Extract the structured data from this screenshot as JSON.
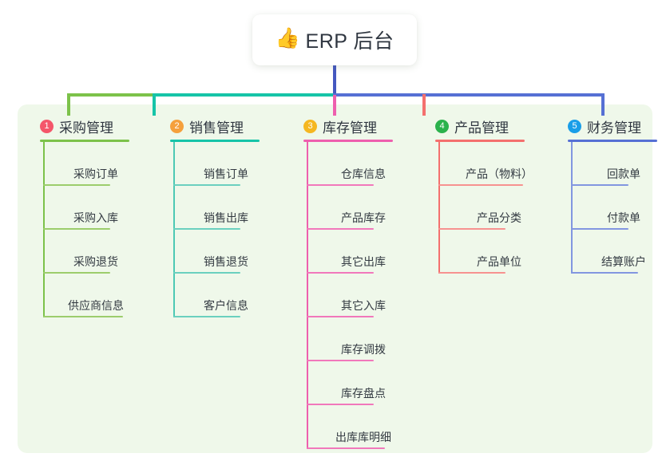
{
  "diagram": {
    "type": "org-tree",
    "root": {
      "icon": "thumbs-up-icon",
      "emoji": "👍",
      "label": "ERP 后台"
    },
    "panel_color": "#eff8ea",
    "background": "#ffffff",
    "branches": [
      {
        "number": "1",
        "label": "采购管理",
        "badge_color": "#f4566a",
        "line_color": "#7cc24a",
        "items": [
          "采购订单",
          "采购入库",
          "采购退货",
          "供应商信息"
        ]
      },
      {
        "number": "2",
        "label": "销售管理",
        "badge_color": "#f5a03c",
        "line_color": "#16c4a8",
        "items": [
          "销售订单",
          "销售出库",
          "销售退货",
          "客户信息"
        ]
      },
      {
        "number": "3",
        "label": "库存管理",
        "badge_color": "#f5b721",
        "line_color": "#ee5fae",
        "items": [
          "仓库信息",
          "产品库存",
          "其它出库",
          "其它入库",
          "库存调拨",
          "库存盘点",
          "出库库明细"
        ]
      },
      {
        "number": "4",
        "label": "产品管理",
        "badge_color": "#2bb24c",
        "line_color": "#f4706e",
        "items": [
          "产品（物料）",
          "产品分类",
          "产品单位"
        ]
      },
      {
        "number": "5",
        "label": "财务管理",
        "badge_color": "#1a9ee8",
        "line_color": "#5670d4",
        "items": [
          "回款单",
          "付款单",
          "结算账户"
        ]
      }
    ],
    "connectors": {
      "trunk_color": "#4558c0",
      "segment_green": "#7cc24a",
      "segment_teal": "#16c4a8",
      "segment_blue": "#5670d4",
      "drop_pink": "#ee5fae",
      "drop_red": "#f4706e"
    }
  }
}
